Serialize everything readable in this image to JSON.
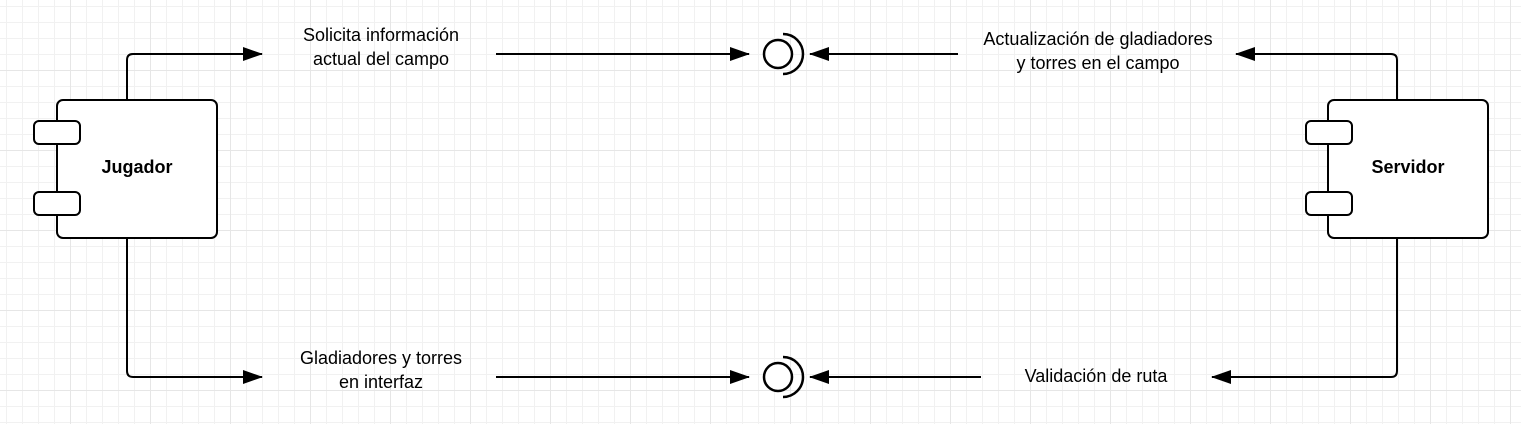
{
  "components": {
    "jugador": {
      "name": "Jugador"
    },
    "servidor": {
      "name": "Servidor"
    }
  },
  "labels": {
    "top_left_line1": "Solicita información",
    "top_left_line2": "actual del campo",
    "top_right_line1": "Actualización de gladiadores",
    "top_right_line2": "y torres en el campo",
    "bottom_left_line1": "Gladiadores y torres",
    "bottom_left_line2": "en interfaz",
    "bottom_right_line1": "Validación de ruta"
  },
  "colors": {
    "stroke": "#000000",
    "fill": "#ffffff"
  }
}
